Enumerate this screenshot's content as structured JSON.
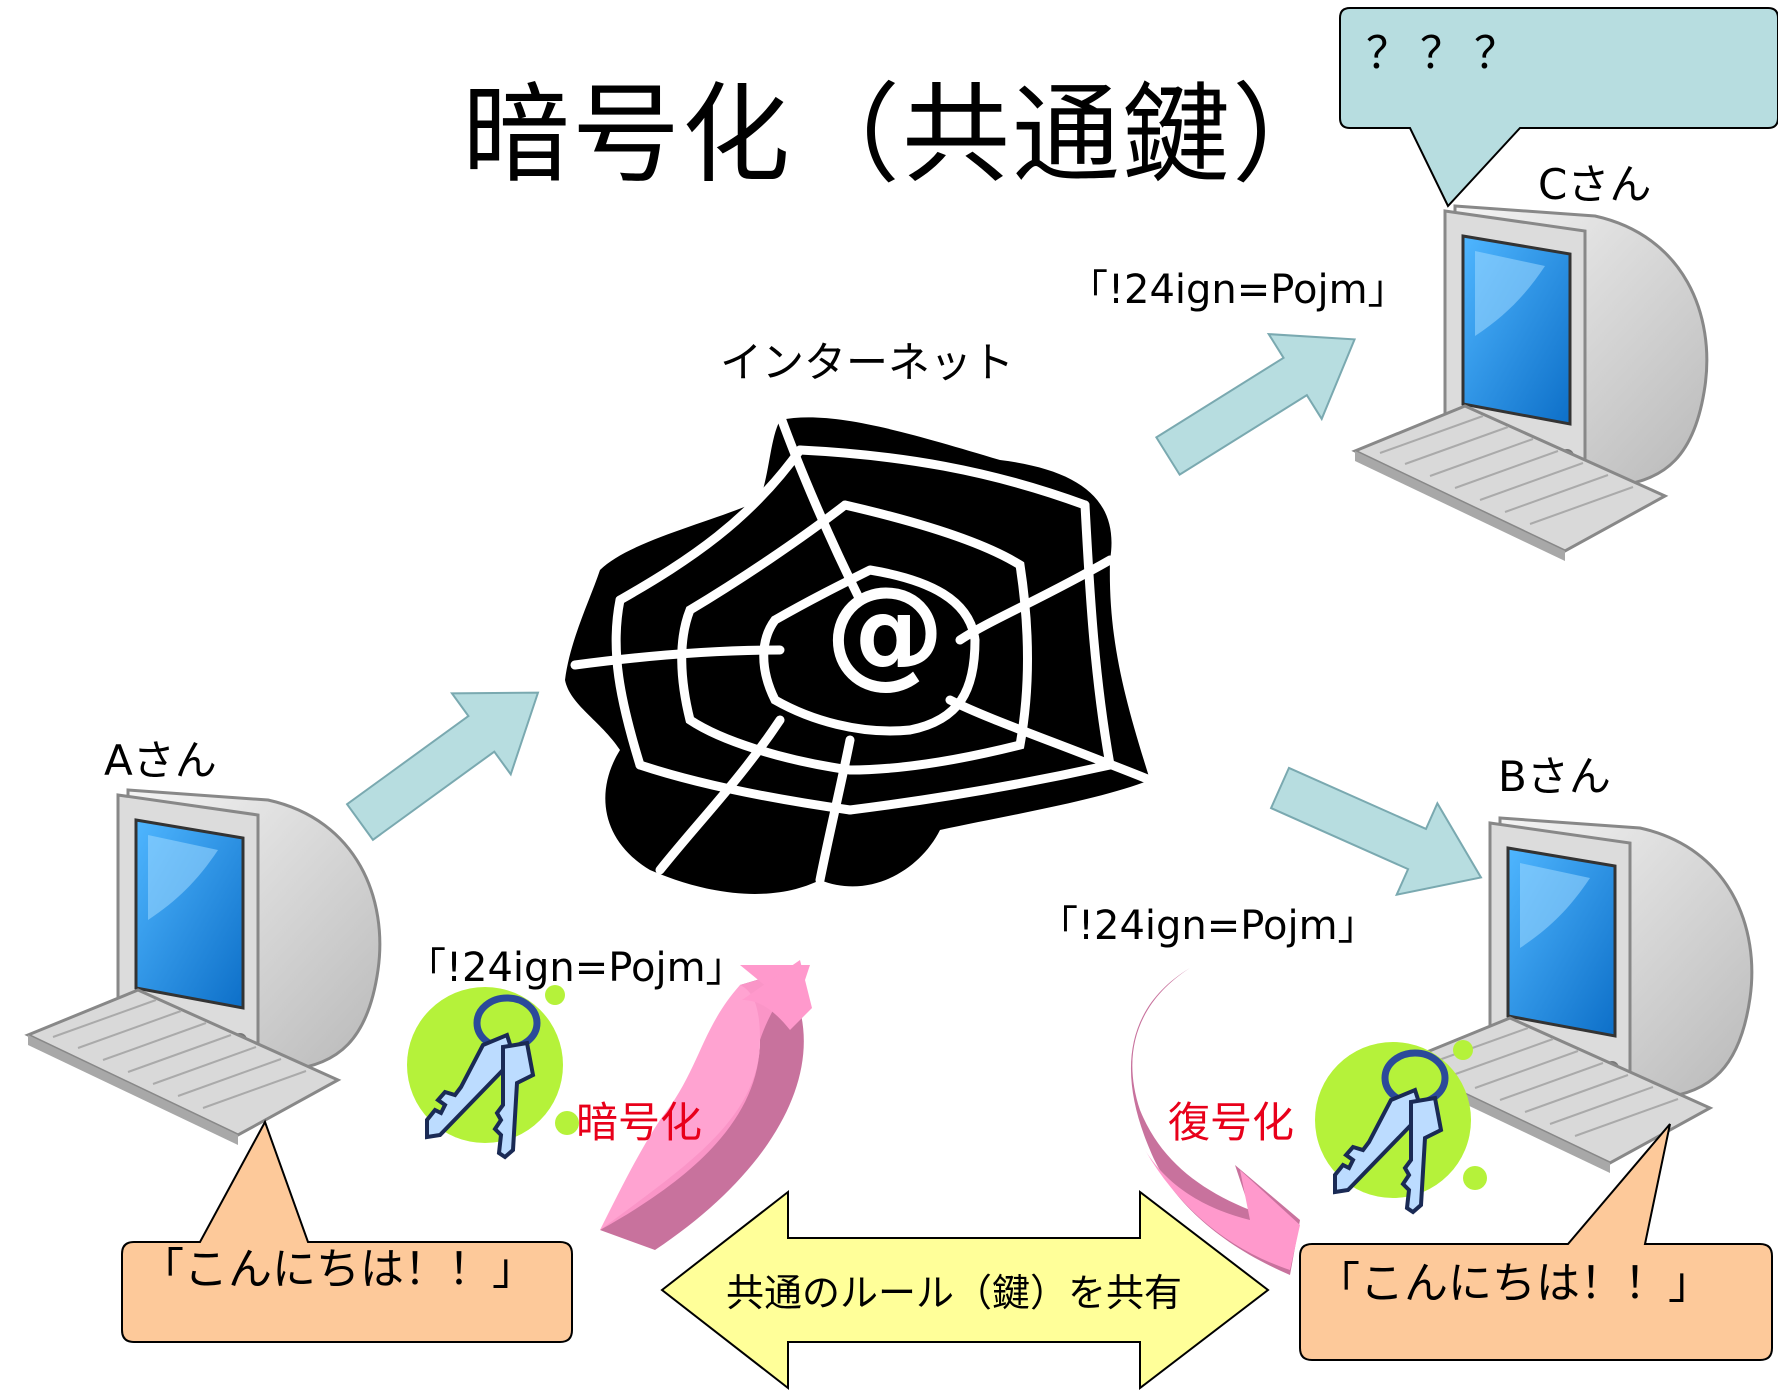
{
  "title": "暗号化（共通鍵）",
  "network": {
    "label": "インターネット",
    "symbol": "@"
  },
  "people": {
    "a": "Aさん",
    "b": "Bさん",
    "c": "Cさん"
  },
  "ciphertext": {
    "to_c": "「!24ign=Pojm」",
    "from_a": "「!24ign=Pojm」",
    "to_b": "「!24ign=Pojm」"
  },
  "operations": {
    "encrypt": "暗号化",
    "decrypt": "復号化"
  },
  "messages": {
    "a_plaintext": "「こんにちは！！」",
    "b_plaintext": "「こんにちは！！」",
    "c_confused": "？？？"
  },
  "shared_key_note": "共通のルール（鍵）を共有",
  "colors": {
    "arrow_fill": "#b7dde0",
    "bubble_blue": "#b7dde0",
    "bubble_orange": "#fdc99a",
    "share_arrow": "#ffff99",
    "pink_arrow": "#ff99cc",
    "pink_arrow_dark": "#c8729d",
    "key_circle": "#b5f23a",
    "op_text": "#e8001a",
    "screen_blue": "#1e90e0"
  }
}
